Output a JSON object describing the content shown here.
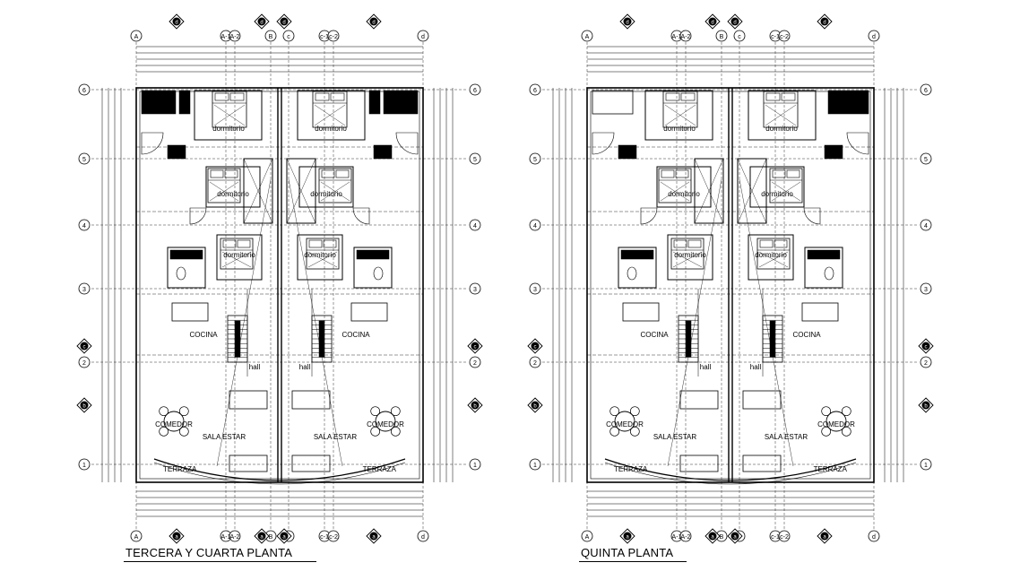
{
  "plans": [
    {
      "id": "left",
      "title": "TERCERA Y CUARTA PLANTA",
      "rooms": {
        "dorm_top_l": "dormitorio",
        "dorm_top_r": "dormitorio",
        "dorm_mid_l": "dormitorio",
        "dorm_mid_r": "dormitorio",
        "dorm_low_l": "dormitorio",
        "dorm_low_r": "dormitorio",
        "cocina_l": "COCINA",
        "cocina_r": "COCINA",
        "hall_l": "hall",
        "hall_r": "hall",
        "comedor_l": "COMEDOR",
        "comedor_r": "COMEDOR",
        "sala_l": "SALA ESTAR",
        "sala_r": "SALA ESTAR",
        "terraza_l": "TERRAZA",
        "terraza_r": "TERRAZA"
      }
    },
    {
      "id": "right",
      "title": "QUINTA PLANTA",
      "rooms": {
        "dorm_top_l": "dormitorio",
        "dorm_top_r": "dormitorio",
        "dorm_mid_l": "dormitorio",
        "dorm_mid_r": "dormitorio",
        "dorm_low_l": "dormitorio",
        "dorm_low_r": "dormitorio",
        "cocina_l": "COCINA",
        "cocina_r": "COCINA",
        "hall_l": "hall",
        "hall_r": "hall",
        "comedor_l": "COMEDOR",
        "comedor_r": "COMEDOR",
        "sala_l": "SALA ESTAR",
        "sala_r": "SALA ESTAR",
        "terraza_l": "TERRAZA",
        "terraza_r": "TERRAZA"
      }
    }
  ],
  "axes": {
    "top": [
      "A",
      "A-1",
      "A-2",
      "B",
      "c",
      "c-1",
      "c-2",
      "d"
    ],
    "rows": [
      "6",
      "5",
      "4",
      "3",
      "2",
      "1"
    ],
    "secondary": [
      "d",
      "c",
      "b",
      "a"
    ]
  },
  "colors": {
    "line": "#000000",
    "background": "#ffffff"
  }
}
